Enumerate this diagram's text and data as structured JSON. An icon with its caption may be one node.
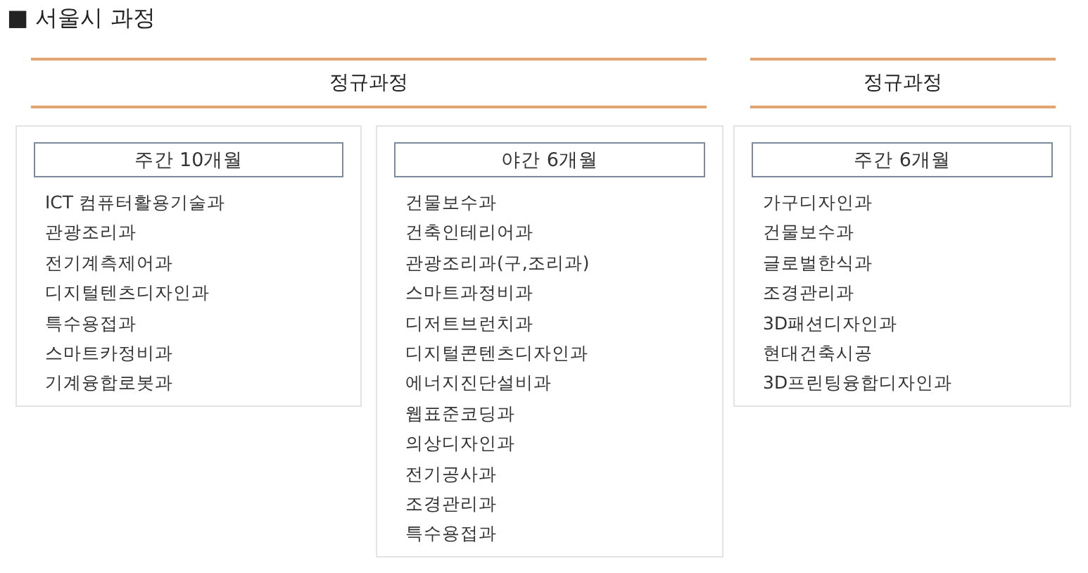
{
  "diagram": {
    "title": "■ 서울시 과정",
    "nodes": [
      {
        "text": [
          "정규과정"
        ]
      },
      {
        "text": [
          "정규과정"
        ]
      },
      {
        "text": [
          "ICT 컴퓨터활용기술과",
          "관광조리과",
          "전기계측제어과",
          "디지털텐츠디자인과",
          "특수용접과",
          "스마트카정비과",
          "기계융합로봇과"
        ]
      },
      {
        "text": [
          "주간 10개월"
        ],
        "in": 2
      },
      {
        "text": [
          "건물보수과",
          "건축인테리어과",
          "관광조리과(구,조리과)",
          "스마트과정비과",
          "디저트브런치과",
          "디지털콘텐츠디자인과",
          "에너지진단설비과",
          "웹표준코딩과",
          "의상디자인과",
          "전기공사과",
          "조경관리과",
          "특수용접과"
        ]
      },
      {
        "text": [
          "야간 6개월"
        ],
        "in": 4
      },
      {
        "text": [
          "가구디자인과",
          "건물보수과",
          "글로벌한식과",
          "조경관리과",
          "3D패션디자인과",
          "현대건축시공",
          "3D프린팅융합디자인과"
        ]
      },
      {
        "text": [
          "주간 6개월"
        ],
        "in": 6
      }
    ]
  }
}
